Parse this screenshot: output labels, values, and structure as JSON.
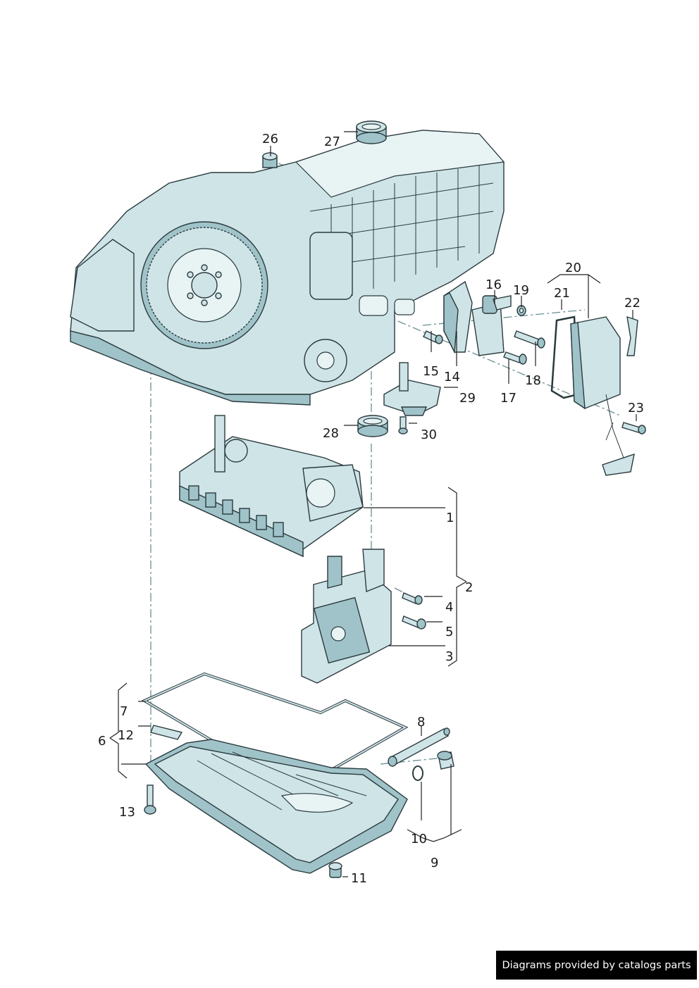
{
  "callouts": {
    "c1": "1",
    "c2": "2",
    "c3": "3",
    "c4": "4",
    "c5": "5",
    "c6": "6",
    "c7": "7",
    "c8": "8",
    "c9": "9",
    "c10": "10",
    "c11": "11",
    "c12": "12",
    "c13": "13",
    "c14": "14",
    "c15": "15",
    "c16": "16",
    "c17": "17",
    "c18": "18",
    "c19": "19",
    "c20": "20",
    "c21": "21",
    "c22": "22",
    "c23": "23",
    "c26": "26",
    "c27": "27",
    "c28": "28",
    "c29": "29",
    "c30": "30"
  },
  "footer": {
    "text": "Diagrams provided by catalogs parts"
  },
  "colors": {
    "part_fill": "#cfe4e7",
    "part_shadow": "#9fc3c8",
    "outline": "#2a3a3e",
    "center_line": "#6a8f93"
  }
}
